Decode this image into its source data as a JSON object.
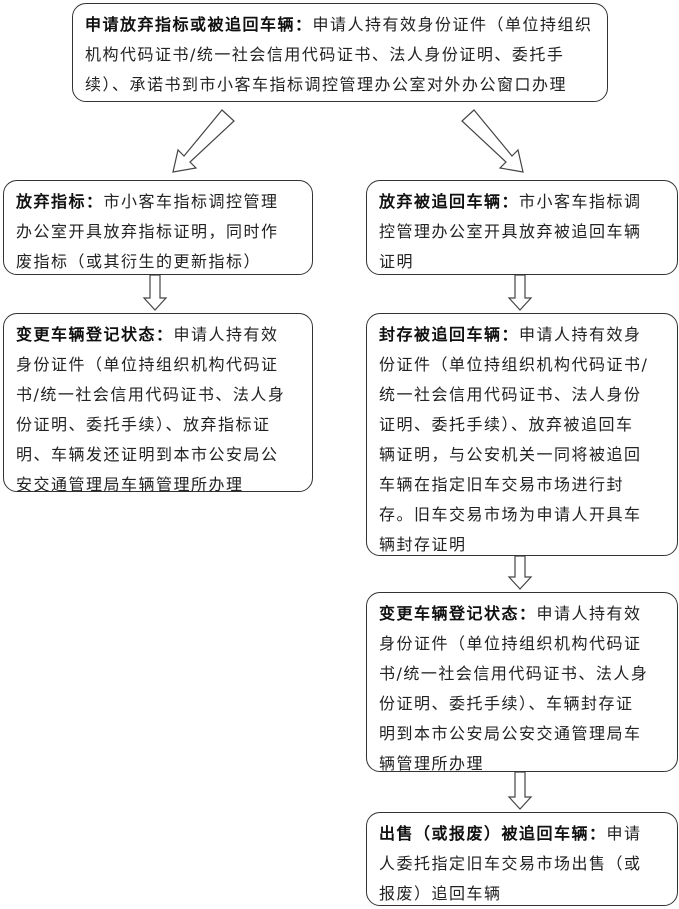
{
  "boxes": [
    {
      "id": "apply",
      "title": "申请放弃指标或被追回车辆：",
      "lines": [
        "申请人持有效身份证件（单位持组织",
        "机构代码证书/统一社会信用代码证书、法人身份证明、委托手",
        "续）、承诺书到市小客车指标调控管理办公室对外办公窗口办理"
      ]
    },
    {
      "id": "abandon-quota",
      "title": "放弃指标：",
      "lines": [
        "市小客车指标调控管理",
        "办公室开具放弃指标证明，同时作",
        "废指标（或其衍生的更新指标）"
      ]
    },
    {
      "id": "change-registration-left",
      "title": "变更车辆登记状态：",
      "lines": [
        "申请人持有效",
        "身份证件（单位持组织机构代码证",
        "书/统一社会信用代码证书、法人身",
        "份证明、委托手续）、放弃指标证",
        "明、车辆发还证明到本市公安局公",
        "安交通管理局车辆管理所办理"
      ]
    },
    {
      "id": "abandon-vehicle",
      "title": "放弃被追回车辆：",
      "lines": [
        "市小客车指标调",
        "控管理办公室开具放弃被追回车辆",
        "证明"
      ]
    },
    {
      "id": "seal-vehicle",
      "title": "封存被追回车辆：",
      "lines": [
        "申请人持有效身",
        "份证件（单位持组织机构代码证书/",
        "统一社会信用代码证书、法人身份",
        "证明、委托手续）、放弃被追回车",
        "辆证明，与公安机关一同将被追回",
        "车辆在指定旧车交易市场进行封",
        "存。旧车交易市场为申请人开具车",
        "辆封存证明"
      ]
    },
    {
      "id": "change-registration-right",
      "title": "变更车辆登记状态：",
      "lines": [
        "申请人持有效",
        "身份证件（单位持组织机构代码证",
        "书/统一社会信用代码证书、法人身",
        "份证明、委托手续）、车辆封存证",
        "明到本市公安局公安交通管理局车",
        "辆管理所办理"
      ]
    },
    {
      "id": "sell-vehicle",
      "title": "出售（或报废）被追回车辆：",
      "lines": [
        "申请",
        "人委托指定旧车交易市场出售（或",
        "报废）追回车辆"
      ]
    }
  ]
}
